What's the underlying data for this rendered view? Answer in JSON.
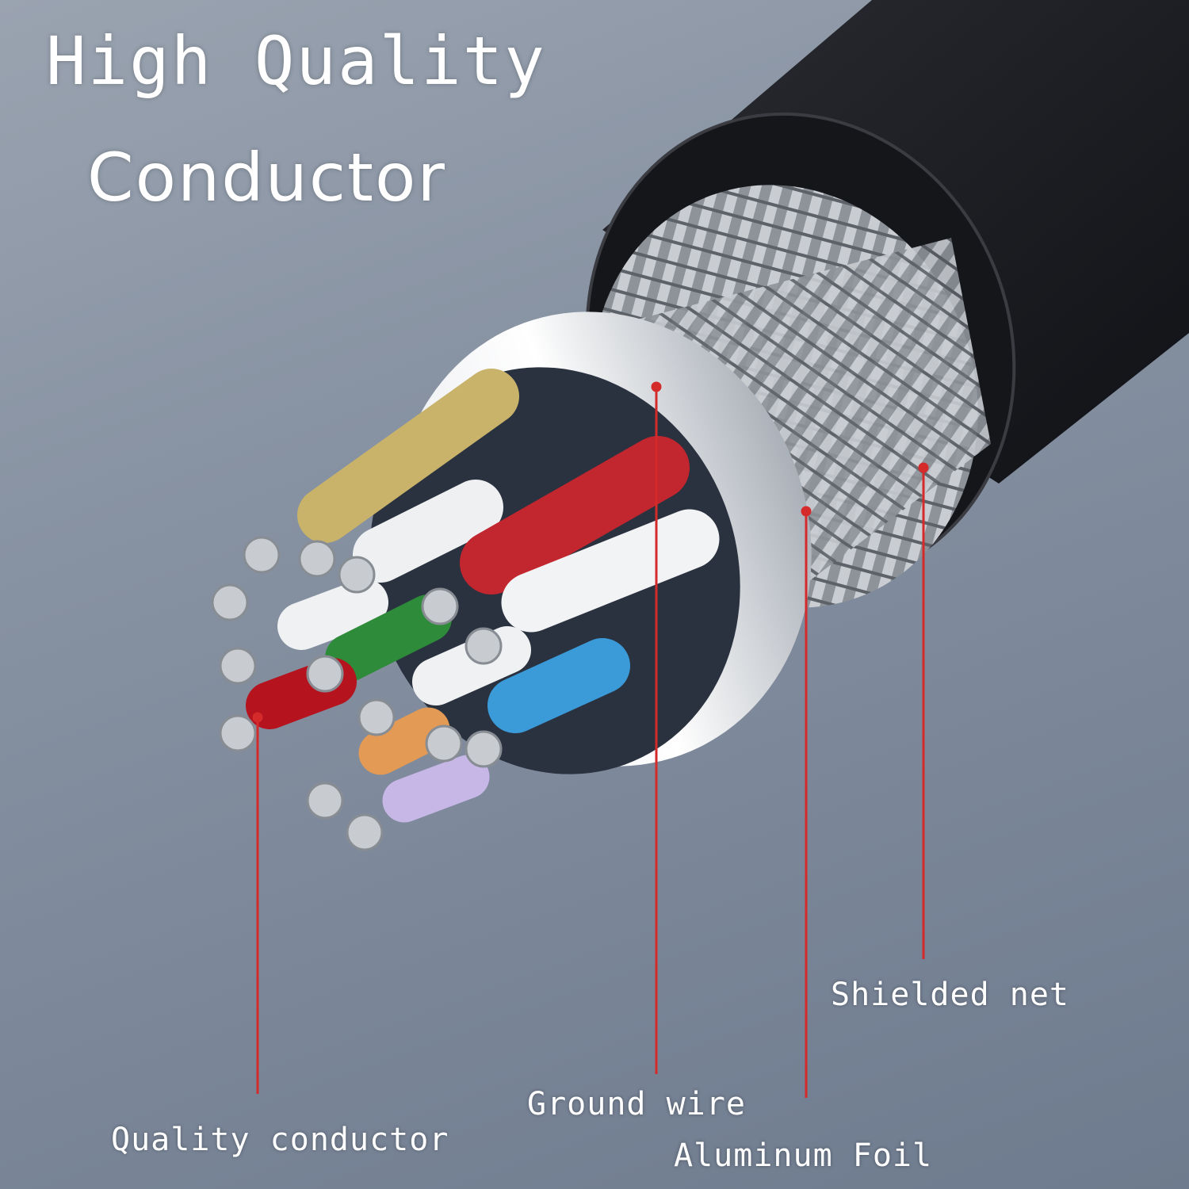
{
  "title": {
    "line1": "High Quality",
    "line2": "Conductor"
  },
  "labels": {
    "shielded_net": "Shielded net",
    "ground_wire": "Ground wire",
    "aluminum_foil": "Aluminum Foil",
    "quality_conductor": "Quality conductor"
  },
  "colors": {
    "leader_line": "#d42a2a",
    "jacket": "#1a1b1f"
  }
}
